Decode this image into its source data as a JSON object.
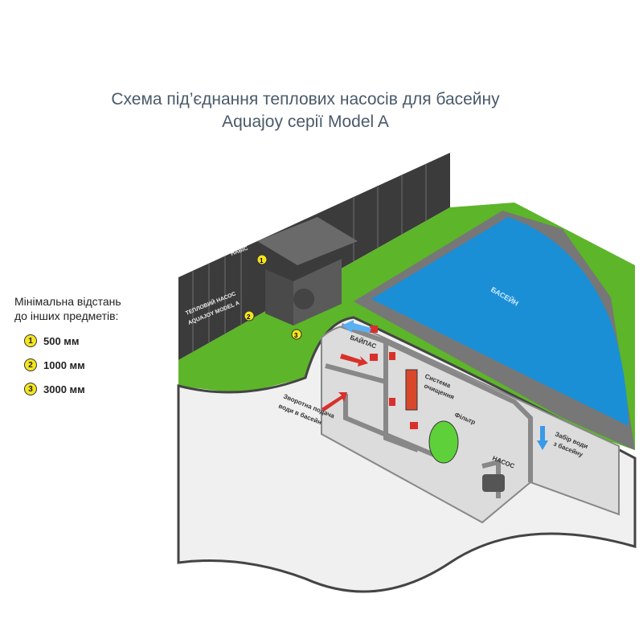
{
  "title": {
    "line1": "Схема під’єднання теплових насосів для басейну",
    "line2": "Aquajoy серії Model A"
  },
  "legend": {
    "heading1": "Мінімальна відстань",
    "heading2": "до інших предметів:",
    "items": [
      {
        "num": "1",
        "label": "500 мм"
      },
      {
        "num": "2",
        "label": "1000 мм"
      },
      {
        "num": "3",
        "label": "3000 мм"
      }
    ]
  },
  "labels": {
    "canopy": "НАВІС",
    "heat_pump1": "ТЕПЛОВИЙ НАСОС",
    "heat_pump2": "AQUAJOY MODEL A",
    "pool": "БАСЕЙН",
    "bypass": "БАЙПАС",
    "cleaning1": "Система",
    "cleaning2": "очищення",
    "filter": "Фільтр",
    "pump": "НАСОС",
    "return1": "Зворотна подача",
    "return2": "води в басейн",
    "intake1": "Забір води",
    "intake2": "з басейну",
    "marker1": "1",
    "marker2": "2",
    "marker3": "3"
  },
  "colors": {
    "grass": "#5db52a",
    "pool": "#1a8fd6",
    "fence": "#3d3d3d",
    "red": "#d9302a",
    "badge": "#f5e51f"
  }
}
